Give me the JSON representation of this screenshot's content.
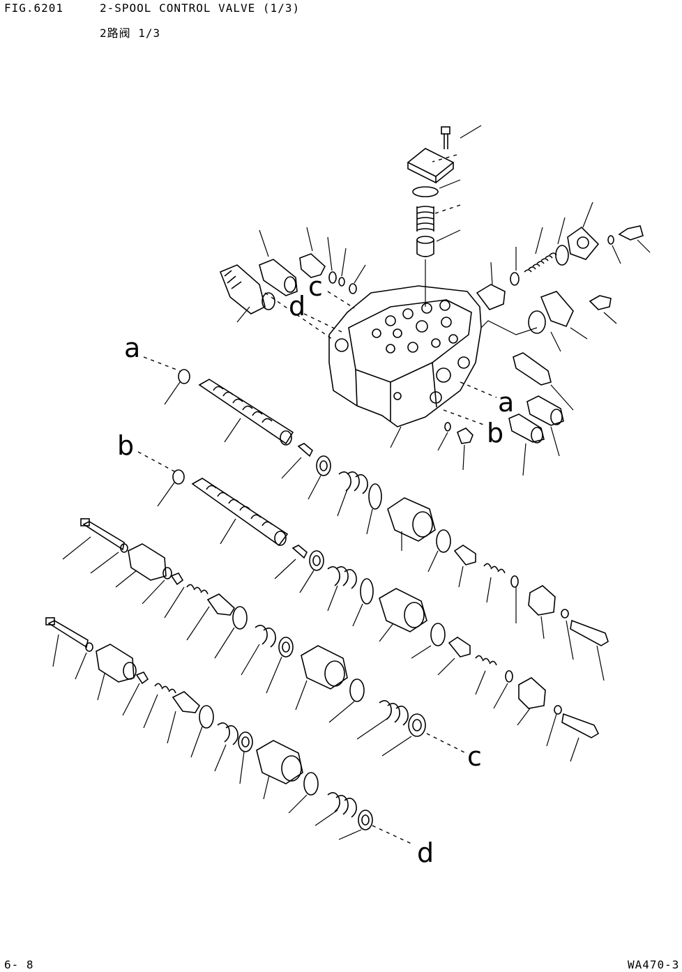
{
  "header": {
    "figure_number": "FIG.6201",
    "title": "2-SPOOL CONTROL VALVE (1/3)",
    "subtitle": "2路阀 1/3"
  },
  "footer": {
    "page": "6- 8",
    "model": "WA470-3"
  },
  "diagram": {
    "callouts": {
      "a_upper": "a",
      "a_lower": "a",
      "b_upper": "b",
      "b_lower": "b",
      "c_upper": "c",
      "c_lower": "c",
      "d_upper": "d",
      "d_lower": "d"
    },
    "parts": [
      "valve-body",
      "spool-a",
      "spool-b",
      "cover-plate",
      "spring",
      "o-ring",
      "plug",
      "bolt",
      "washer",
      "spring-case",
      "seal-retainer",
      "relief-valve"
    ]
  }
}
